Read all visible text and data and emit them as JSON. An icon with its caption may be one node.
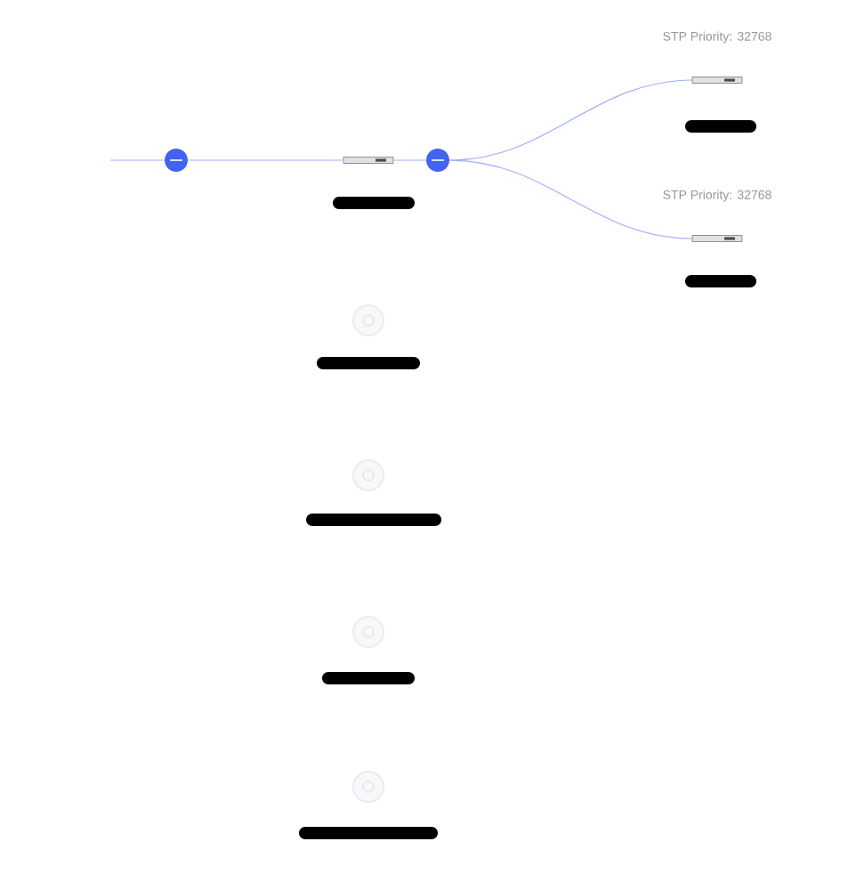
{
  "diagram": {
    "nodes": [
      {
        "text": [],
        "shape": "circle"
      },
      {
        "text": [],
        "shape": "box"
      },
      {
        "text": [],
        "shape": "circle"
      },
      {
        "text": [],
        "shape": "box",
        "beside": [
          "STP Priority: 32768"
        ]
      },
      {
        "text": [],
        "shape": "box",
        "beside": [
          "STP Priority: 32768"
        ]
      },
      {
        "text": [],
        "shape": "circle"
      },
      {
        "text": [],
        "shape": "circle"
      },
      {
        "text": [],
        "shape": "circle"
      },
      {
        "text": [],
        "shape": "circle"
      }
    ],
    "edges": [
      {
        "from": null,
        "to": 0,
        "arrow": "none"
      },
      {
        "from": 0,
        "to": 1,
        "arrow": "none"
      },
      {
        "from": 1,
        "to": 2,
        "arrow": "none"
      },
      {
        "from": 2,
        "to": 3,
        "arrow": "none"
      },
      {
        "from": 2,
        "to": 4,
        "arrow": "none"
      }
    ]
  }
}
